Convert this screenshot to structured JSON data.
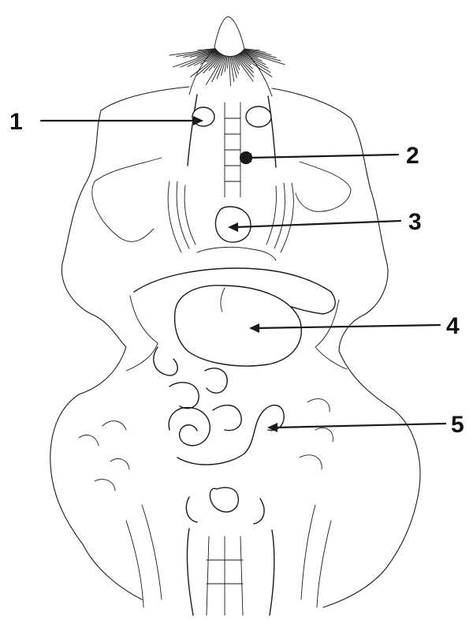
{
  "labels": [
    {
      "id": "1",
      "text": "1"
    },
    {
      "id": "2",
      "text": "2"
    },
    {
      "id": "3",
      "text": "3"
    },
    {
      "id": "4",
      "text": "4"
    },
    {
      "id": "5",
      "text": "5"
    }
  ],
  "colors": {
    "ink": "#1a1a1a",
    "paper": "#ffffff"
  }
}
